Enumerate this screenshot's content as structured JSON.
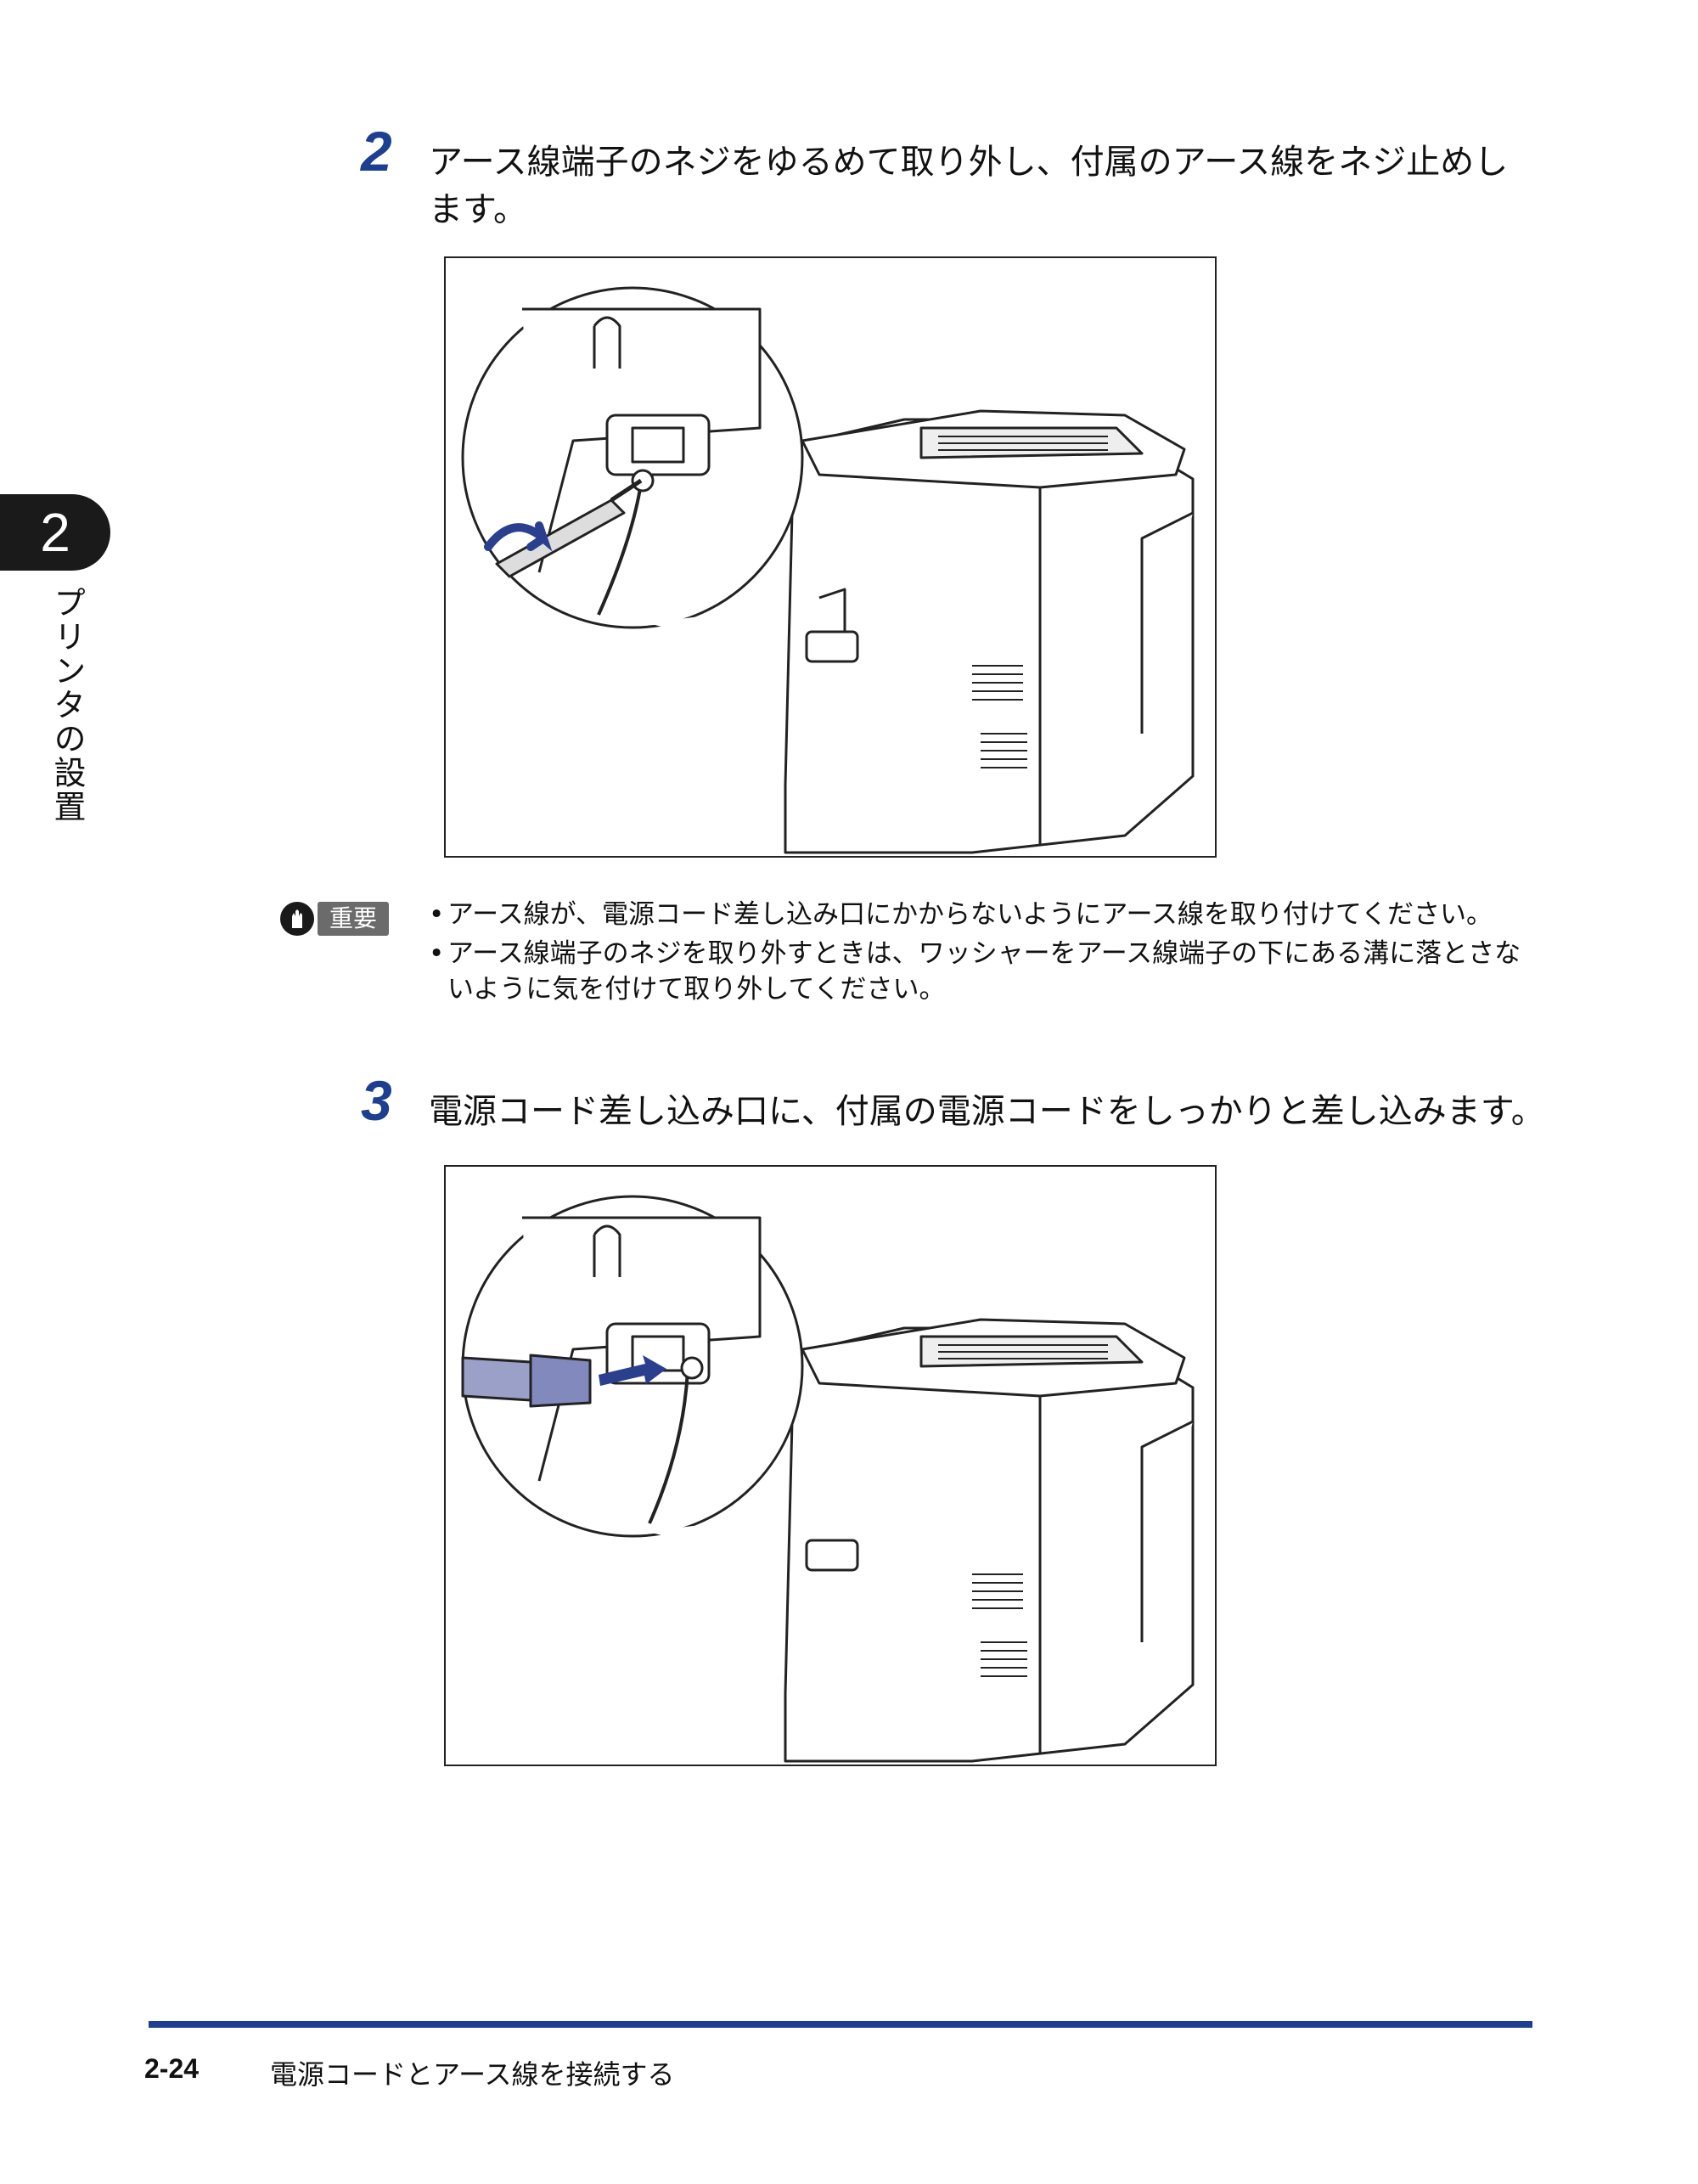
{
  "chapter": {
    "number": "2",
    "title": "プリンタの設置"
  },
  "steps": [
    {
      "number": "2",
      "text_line1": "アース線端子のネジをゆるめて取り外し、付属のアース線をネジ止めし",
      "text_line2": "ます。"
    },
    {
      "number": "3",
      "text": "電源コード差し込み口に、付属の電源コードをしっかりと差し込みます。"
    }
  ],
  "note": {
    "label": "重要",
    "items": [
      "アース線が、電源コード差し込み口にかからないようにアース線を取り付けてください。",
      "アース線端子のネジを取り外すときは、ワッシャーをアース線端子の下にある溝に落とさないように気を付けて取り外してください。"
    ]
  },
  "footer": {
    "page": "2-24",
    "title": "電源コードとアース線を接続する"
  },
  "colors": {
    "accent": "#1c3f91",
    "arrow": "#2b3f8f",
    "tab": "#1a1a1a"
  }
}
